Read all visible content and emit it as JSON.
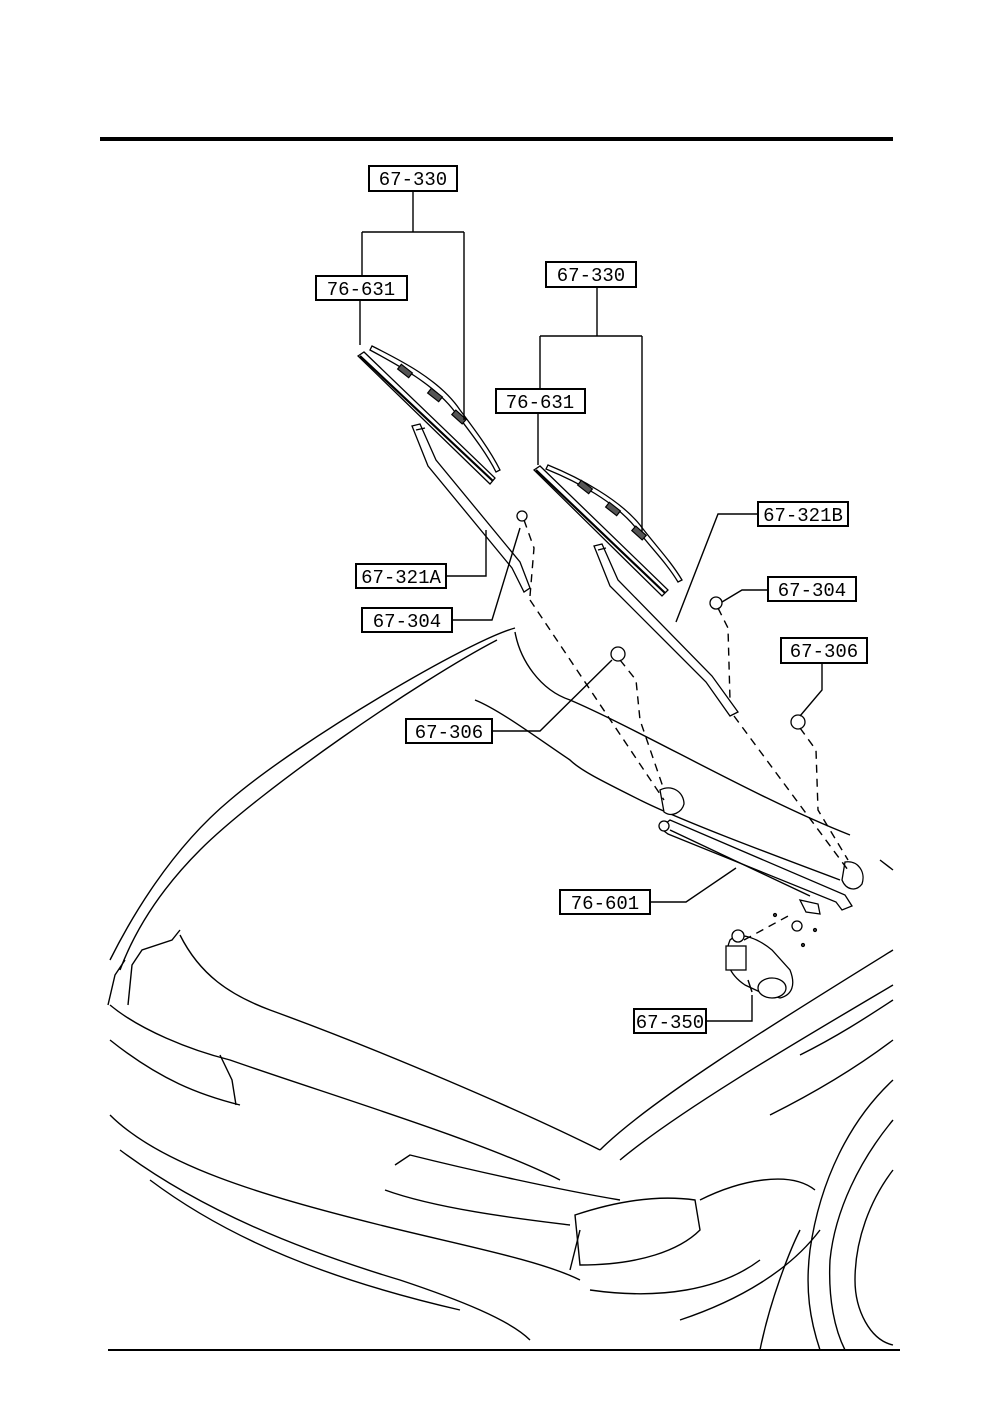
{
  "callouts": {
    "left_blade_assembly": "67-330",
    "left_blade_rubber": "76-631",
    "right_blade_assembly": "67-330",
    "right_blade_rubber": "76-631",
    "left_arm": "67-321A",
    "left_nut_304": "67-304",
    "right_arm": "67-321B",
    "right_nut_304": "67-304",
    "right_cap_306": "67-306",
    "left_cap_306": "67-306",
    "link_rod": "76-601",
    "wiper_motor": "67-350"
  }
}
